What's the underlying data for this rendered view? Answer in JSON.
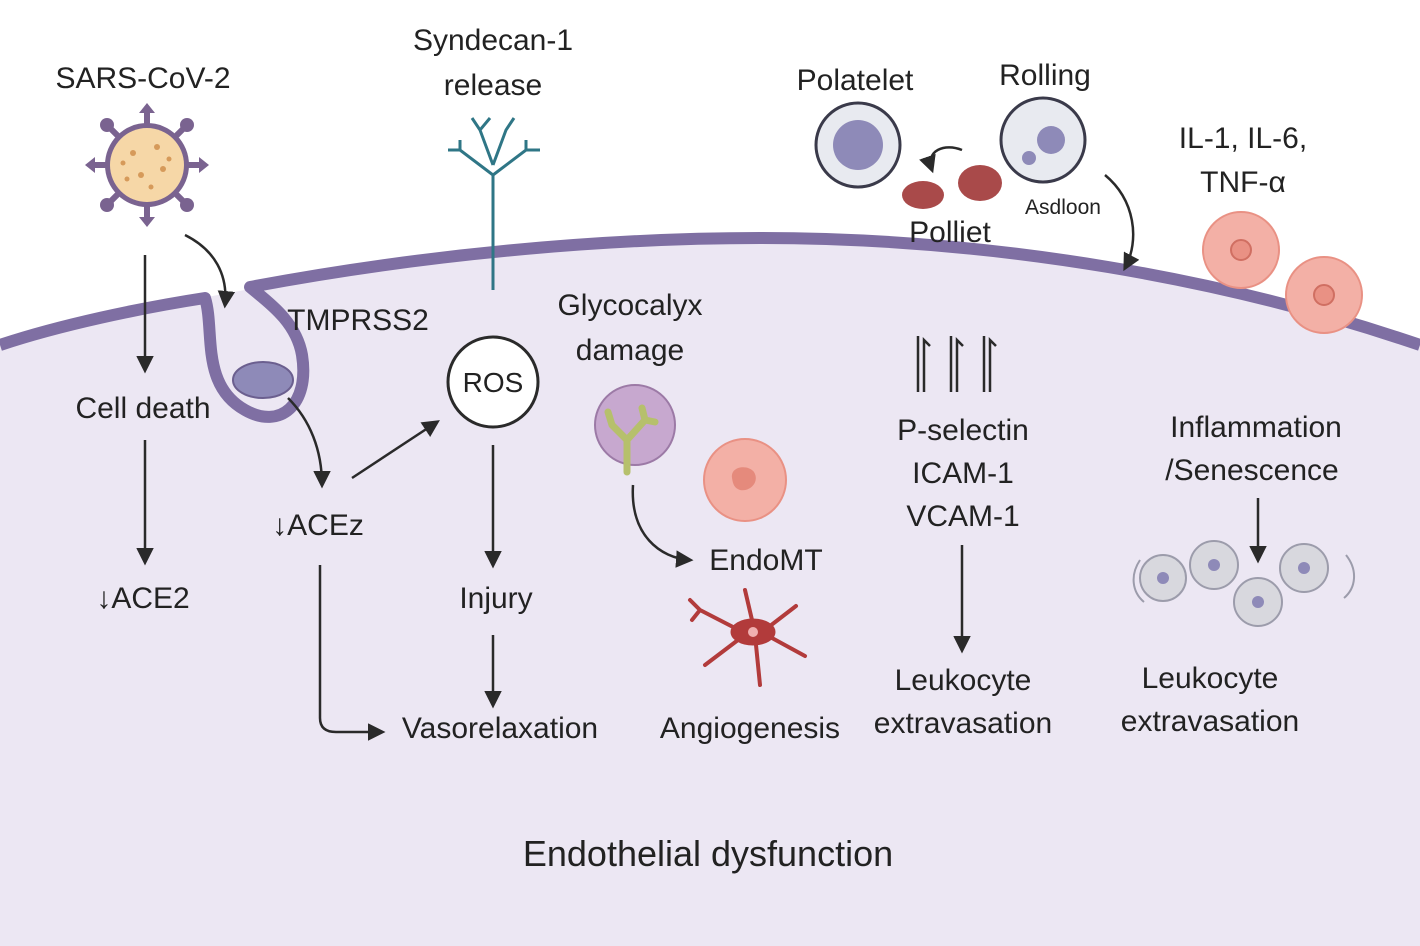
{
  "title": "Endothelial dysfunction",
  "colors": {
    "cytoplasm": "#ece7f3",
    "membrane": "#7f6fa3",
    "arrow": "#2a2a2a",
    "virus_body": "#f6d7a7",
    "virus_spike": "#7a6390",
    "syndecan": "#2f7686",
    "platelet_red": "#a94a4a",
    "pink_cell": "#f3b0a6",
    "immune_cell": "#8e8ab8",
    "fibroblast": "#b23b3b",
    "glycocalyx_green": "#b6c06c"
  },
  "labels": {
    "sars": "SARS-CoV-2",
    "syndecan_line1": "Syndecan-1",
    "syndecan_line2": "release",
    "polatelet": "Polatelet",
    "rolling": "Rolling",
    "cytokines_line1": "IL-1, IL-6,",
    "cytokines_line2": "TNF-α",
    "polliet": "Polliet",
    "adhesion": "Asdloon",
    "tmprss2": "TMPRSS2",
    "glyco_line1": "Glycocalyx",
    "glyco_line2": "damage",
    "ros": "ROS",
    "cell_death": "Cell death",
    "ace2_down_left": "↓ACE2",
    "ace2_down_mid": "↓ACEᴢ",
    "injury": "Injury",
    "vasorelaxation": "Vasorelaxation",
    "endomt": "EndoMT",
    "angiogenesis": "Angiogenesis",
    "selectin_line1": "P-selectin",
    "selectin_line2": "ICAM-1",
    "selectin_line3": "VCAM-1",
    "leuko_mid_line1": "Leukocyte",
    "leuko_mid_line2": "extravasation",
    "inflam_line1": "Inflammation",
    "inflam_line2": "/Senescence",
    "leuko_right_line1": "Leukocyte",
    "leuko_right_line2": "extravasation"
  }
}
